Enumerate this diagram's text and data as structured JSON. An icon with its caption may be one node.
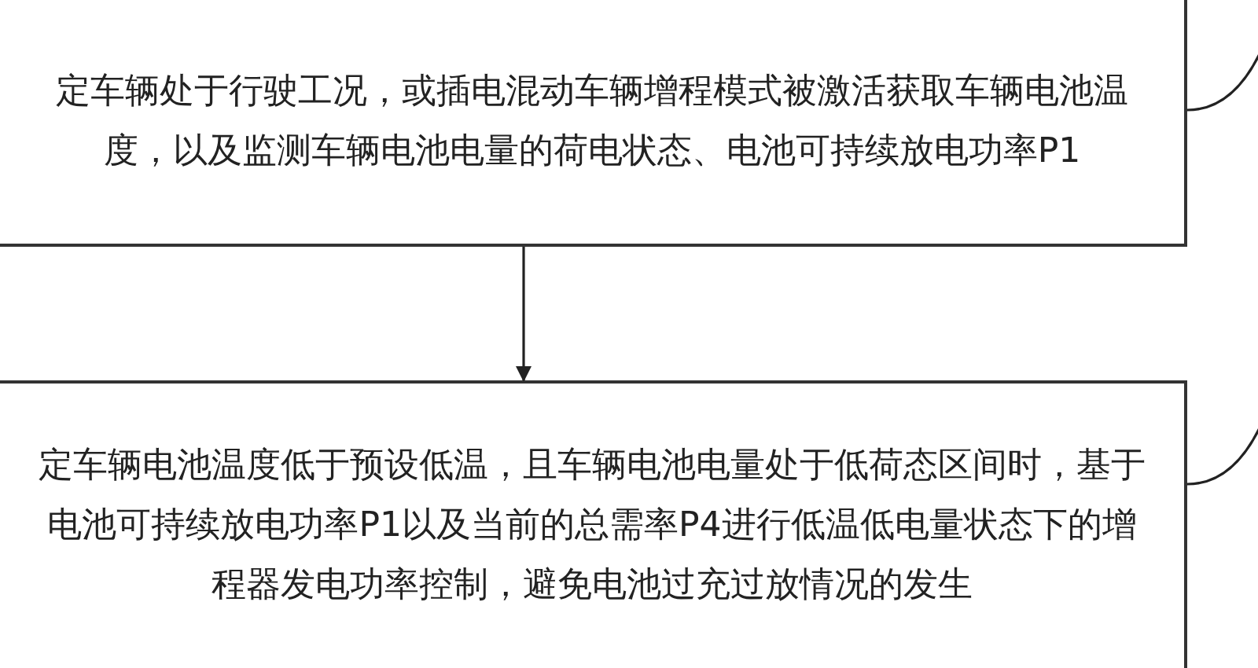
{
  "diagram": {
    "nodes": [
      {
        "text": [
          "定车辆处于行驶工况，或插电混动车辆增程模式被激活获取车辆电池温度，以及监测车辆电池电量的荷电状态、电池可持续放电功率P1"
        ]
      },
      {
        "text": [
          "定车辆电池温度低于预设低温，且车辆电池电量处于低荷态区间时，基于电池可持续放电功率P1以及当前的总需率P4进行低温低电量状态下的增程器发电功率控制，避免电池过充过放情况的发生"
        ]
      }
    ],
    "edges": [
      {
        "from": 0,
        "to": 1,
        "arrow": "to"
      },
      {
        "from": null,
        "to": 0,
        "arrow": "none"
      },
      {
        "from": null,
        "to": 1,
        "arrow": "none"
      }
    ]
  }
}
